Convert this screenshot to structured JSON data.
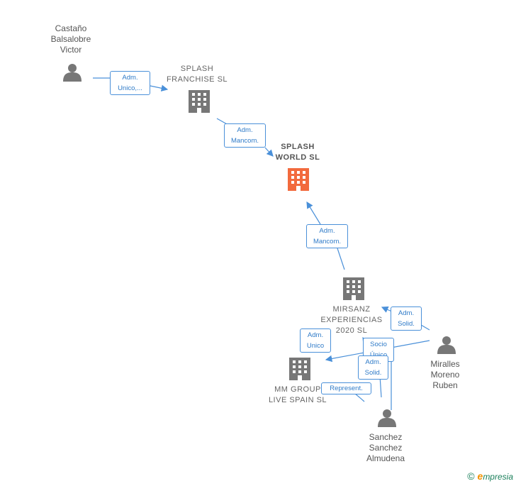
{
  "nodes": {
    "castano": {
      "label": "Castaño\nBalsalobre\nVictor",
      "type": "person"
    },
    "splash_franchise": {
      "label": "SPLASH\nFRANCHISE  SL",
      "type": "company"
    },
    "splash_world": {
      "label": "SPLASH\nWORLD  SL",
      "type": "company-center"
    },
    "mirsanz": {
      "label": "MIRSANZ\nEXPERIENCIAS\n2020  SL",
      "type": "company"
    },
    "mm_group": {
      "label": "MM GROUP\nLIVE SPAIN SL",
      "type": "company"
    },
    "miralles": {
      "label": "Miralles\nMoreno\nRuben",
      "type": "person"
    },
    "sanchez": {
      "label": "Sanchez\nSanchez\nAlmudena",
      "type": "person"
    }
  },
  "edges": {
    "e1": "Adm.\nUnico,...",
    "e2": "Adm.\nMancom.",
    "e3": "Adm.\nMancom.",
    "e4": "Adm.\nSolid.",
    "e5": "Adm.\nUnico",
    "e6": "Socio\nÚnico",
    "e7": "Adm.\nSolid.",
    "e8": "Represent."
  },
  "colors": {
    "edge": "#4a90d9",
    "company": "#777777",
    "center": "#f26a3d",
    "person": "#777777"
  },
  "brand": {
    "copyright": "©",
    "initial": "e",
    "name": "mpresia"
  }
}
